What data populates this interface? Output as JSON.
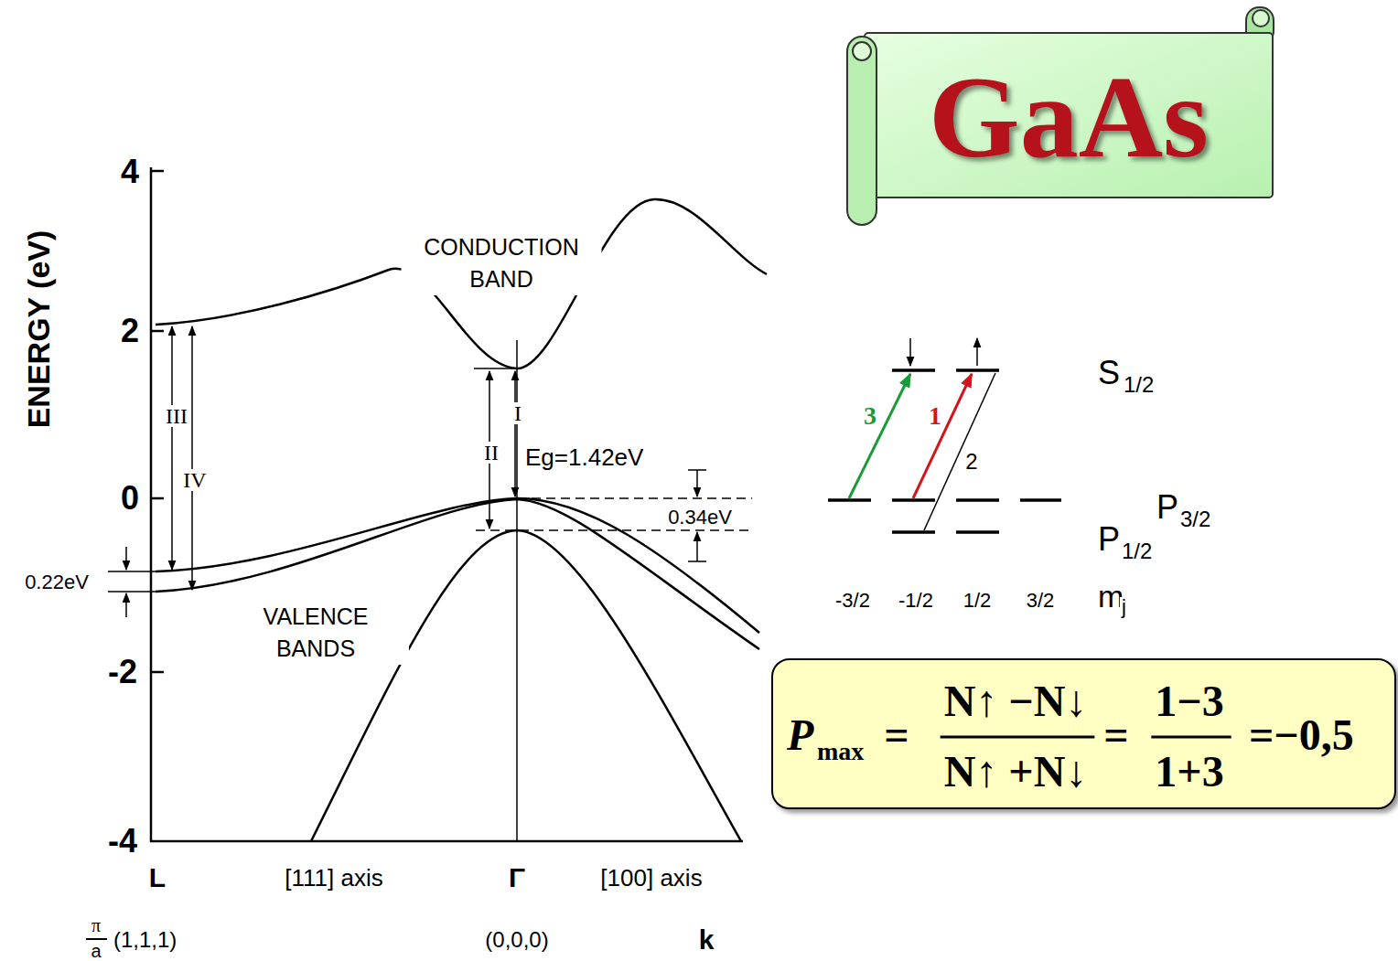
{
  "diagram": {
    "title": "GaAs",
    "nodes": [
      {
        "text": [
          "P",
          "max",
          "=",
          "N↑ −N↓",
          "N↑ +N↓",
          "=",
          "1−3",
          "1+3",
          "=−0,5"
        ]
      }
    ],
    "labels": [
      "4",
      "2",
      "0",
      "-2",
      "-4",
      "ENERGY (eV)",
      "CONDUCTION BAND",
      "VALENCE BANDS",
      "III",
      "IV",
      "I",
      "II",
      "Eg=1.42eV",
      "0.34eV",
      "0.22eV",
      "L",
      "[111] axis",
      "Γ",
      "[100] axis",
      "π",
      "a",
      "(1,1,1)",
      "(0,0,0)",
      "k",
      "3",
      "1",
      "2",
      "S",
      "1/2",
      "P",
      "3/2",
      "P",
      "1/2",
      "-3/2",
      "-1/2",
      "1/2",
      "3/2",
      "m",
      "j"
    ]
  }
}
